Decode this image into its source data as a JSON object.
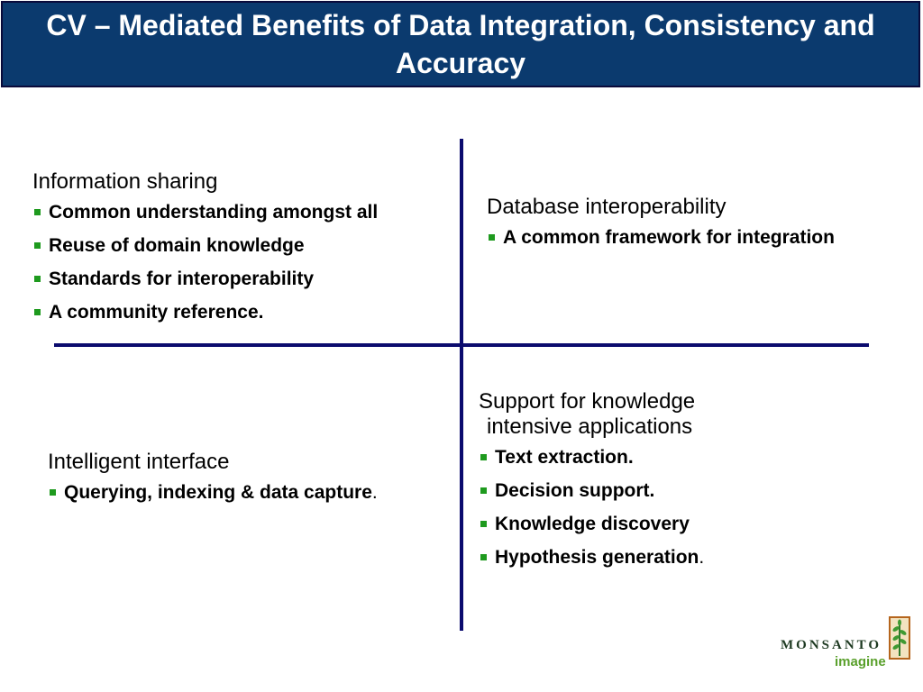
{
  "title": "CV – Mediated Benefits of Data Integration, Consistency and Accuracy",
  "quadrants": {
    "top_left": {
      "heading": "Information sharing",
      "items": [
        "Common understanding amongst all",
        "Reuse of domain knowledge",
        "Standards for interoperability",
        "A community reference."
      ]
    },
    "top_right": {
      "heading": "Database interoperability",
      "items": [
        "A common framework for integration"
      ]
    },
    "bottom_left": {
      "heading": "Intelligent interface",
      "items": [
        "Querying, indexing & data capture"
      ],
      "item_suffix": "."
    },
    "bottom_right": {
      "heading_line1": "Support for knowledge",
      "heading_line2": "intensive applications",
      "items": [
        "Text extraction.",
        "Decision support.",
        "Knowledge discovery",
        "Hypothesis generation"
      ],
      "last_item_suffix": "."
    }
  },
  "logo": {
    "wordmark": "MONSANTO",
    "tagline": "imagine",
    "icon": "wheat-plant-icon"
  },
  "colors": {
    "title_bar": "#0b3a6e",
    "divider": "#0b0b6e",
    "bullet": "#1e9a1e"
  }
}
